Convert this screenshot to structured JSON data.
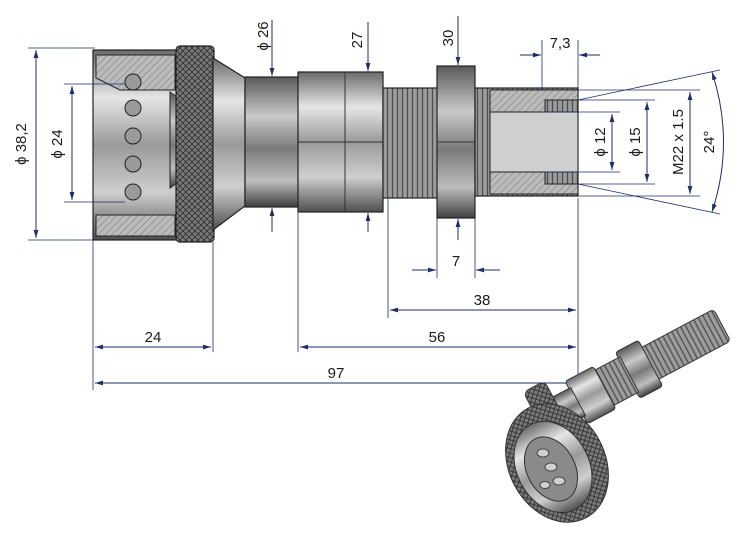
{
  "diagram": {
    "labels": {
      "dia_outer": "ϕ 38,2",
      "dia_bore": "ϕ 24",
      "dia_neck": "ϕ 26",
      "hex_mid": "27",
      "hex_nut": "30",
      "thread_len": "7,3",
      "dia_12": "ϕ 12",
      "dia_15": "ϕ 15",
      "thread": "M22 x 1.5",
      "angle": "24°",
      "nut_width": "7",
      "len_38": "38",
      "len_24": "24",
      "len_56": "56",
      "len_97": "97"
    },
    "colors": {
      "dimension_line": "#1f2d6b",
      "metal_dark": "#4a4a4a",
      "metal_light": "#d8d8d8",
      "section_hatch": "#888888"
    }
  }
}
